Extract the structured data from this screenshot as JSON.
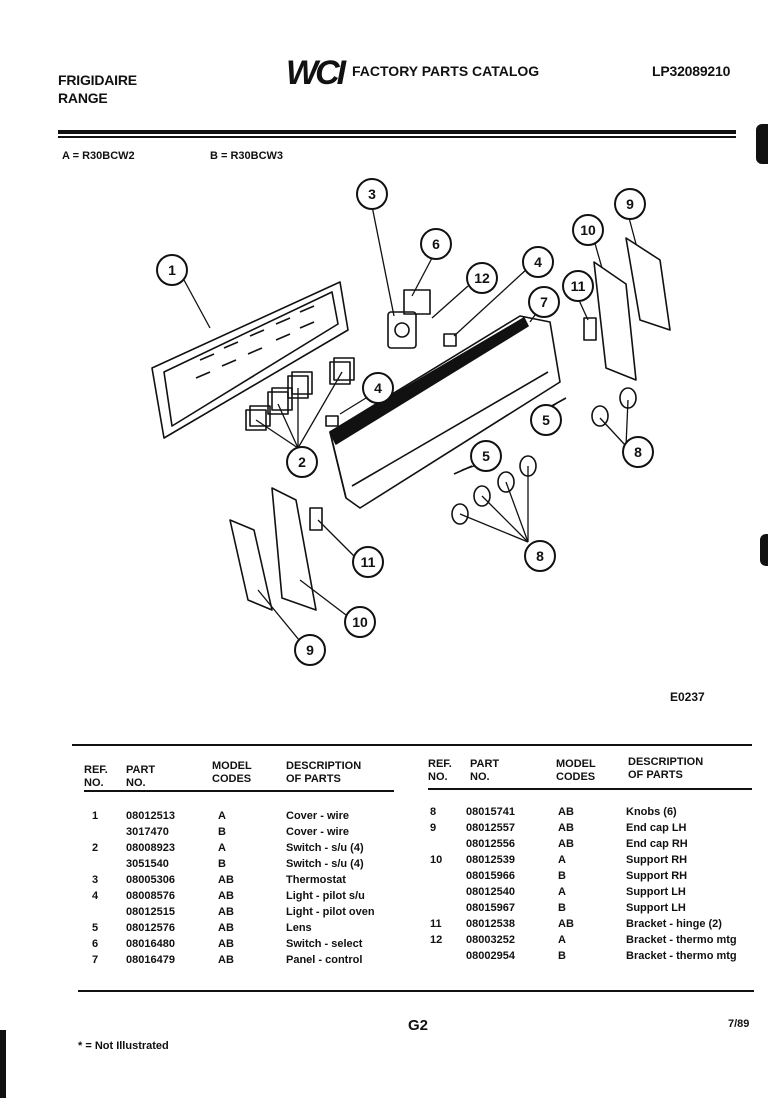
{
  "header": {
    "brand_line1": "FRIGIDAIRE",
    "brand_line2": "RANGE",
    "logo": "WCI",
    "catalog_title": "FACTORY PARTS CATALOG",
    "catalog_number": "LP32089210"
  },
  "models": {
    "a": "A = R30BCW2",
    "b": "B = R30BCW3"
  },
  "diagram": {
    "callouts": [
      "1",
      "2",
      "3",
      "4",
      "4",
      "5",
      "5",
      "6",
      "7",
      "8",
      "8",
      "9",
      "9",
      "10",
      "10",
      "11",
      "11",
      "12"
    ],
    "drawing_id": "E0237"
  },
  "table": {
    "headers": {
      "ref": [
        "REF.",
        "NO."
      ],
      "part": [
        "PART",
        "NO."
      ],
      "model": [
        "MODEL",
        "CODES"
      ],
      "desc": [
        "DESCRIPTION",
        "OF PARTS"
      ]
    },
    "left_rows": [
      {
        "ref": "1",
        "part": "08012513",
        "model": "A",
        "desc": "Cover - wire"
      },
      {
        "ref": "",
        "part": "3017470",
        "model": "B",
        "desc": "Cover - wire"
      },
      {
        "ref": "2",
        "part": "08008923",
        "model": "A",
        "desc": "Switch - s/u (4)"
      },
      {
        "ref": "",
        "part": "3051540",
        "model": "B",
        "desc": "Switch - s/u (4)"
      },
      {
        "ref": "3",
        "part": "08005306",
        "model": "AB",
        "desc": "Thermostat"
      },
      {
        "ref": "4",
        "part": "08008576",
        "model": "AB",
        "desc": "Light - pilot s/u"
      },
      {
        "ref": "",
        "part": "08012515",
        "model": "AB",
        "desc": "Light - pilot oven"
      },
      {
        "ref": "5",
        "part": "08012576",
        "model": "AB",
        "desc": "Lens"
      },
      {
        "ref": "6",
        "part": "08016480",
        "model": "AB",
        "desc": "Switch - select"
      },
      {
        "ref": "7",
        "part": "08016479",
        "model": "AB",
        "desc": "Panel - control"
      }
    ],
    "right_rows": [
      {
        "ref": "8",
        "part": "08015741",
        "model": "AB",
        "desc": "Knobs (6)"
      },
      {
        "ref": "9",
        "part": "08012557",
        "model": "AB",
        "desc": "End cap LH"
      },
      {
        "ref": "",
        "part": "08012556",
        "model": "AB",
        "desc": "End cap RH"
      },
      {
        "ref": "10",
        "part": "08012539",
        "model": "A",
        "desc": "Support RH"
      },
      {
        "ref": "",
        "part": "08015966",
        "model": "B",
        "desc": "Support RH"
      },
      {
        "ref": "",
        "part": "08012540",
        "model": "A",
        "desc": "Support LH"
      },
      {
        "ref": "",
        "part": "08015967",
        "model": "B",
        "desc": "Support LH"
      },
      {
        "ref": "11",
        "part": "08012538",
        "model": "AB",
        "desc": "Bracket - hinge (2)"
      },
      {
        "ref": "12",
        "part": "08003252",
        "model": "A",
        "desc": "Bracket - thermo mtg"
      },
      {
        "ref": "",
        "part": "08002954",
        "model": "B",
        "desc": "Bracket - thermo mtg"
      }
    ]
  },
  "footer": {
    "page": "G2",
    "date": "7/89",
    "note": "* = Not Illustrated"
  }
}
